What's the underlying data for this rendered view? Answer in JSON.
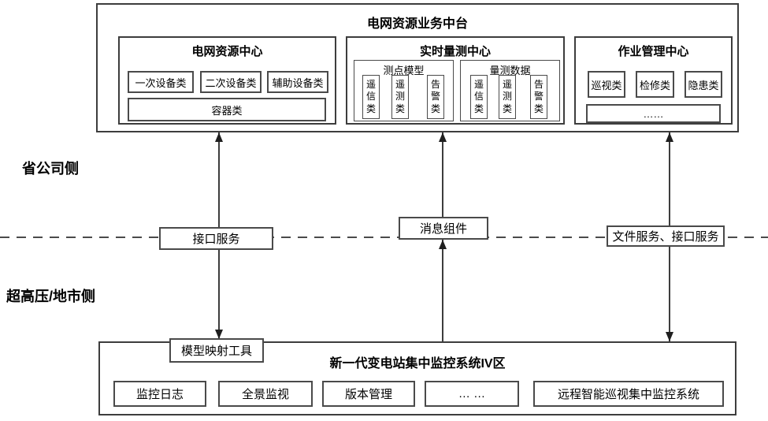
{
  "colors": {
    "line": "#3d3d3d",
    "text": "#000000",
    "background": "#ffffff"
  },
  "top_platform": {
    "title": "电网资源业务中台",
    "grid_resource_center": {
      "title": "电网资源中心",
      "device_classes": [
        "一次设备类",
        "二次设备类",
        "辅助设备类"
      ],
      "container_class": "容器类"
    },
    "realtime_measurement_center": {
      "title": "实时量测中心",
      "groups": [
        {
          "title": "测点模型",
          "items": [
            "遥\n信\n类",
            "遥\n测\n类",
            "告\n警\n类"
          ]
        },
        {
          "title": "量测数据",
          "items": [
            "遥\n信\n类",
            "遥\n测\n类",
            "告\n警\n类"
          ]
        }
      ]
    },
    "job_management_center": {
      "title": "作业管理中心",
      "job_classes": [
        "巡视类",
        "检修类",
        "隐患类"
      ],
      "more": "……"
    }
  },
  "side_labels": {
    "province": "省公司侧",
    "city": "超高压/地市侧"
  },
  "middleware": {
    "interface_service": "接口服务",
    "message_component": "消息组件",
    "file_and_interface_service": "文件服务、接口服务"
  },
  "bottom_system": {
    "title": "新一代变电站集中监控系统IV区",
    "mapping_tool": "模型映射工具",
    "modules": [
      "监控日志",
      "全景监视",
      "版本管理",
      "… …",
      "远程智能巡视集中监控系统"
    ]
  }
}
